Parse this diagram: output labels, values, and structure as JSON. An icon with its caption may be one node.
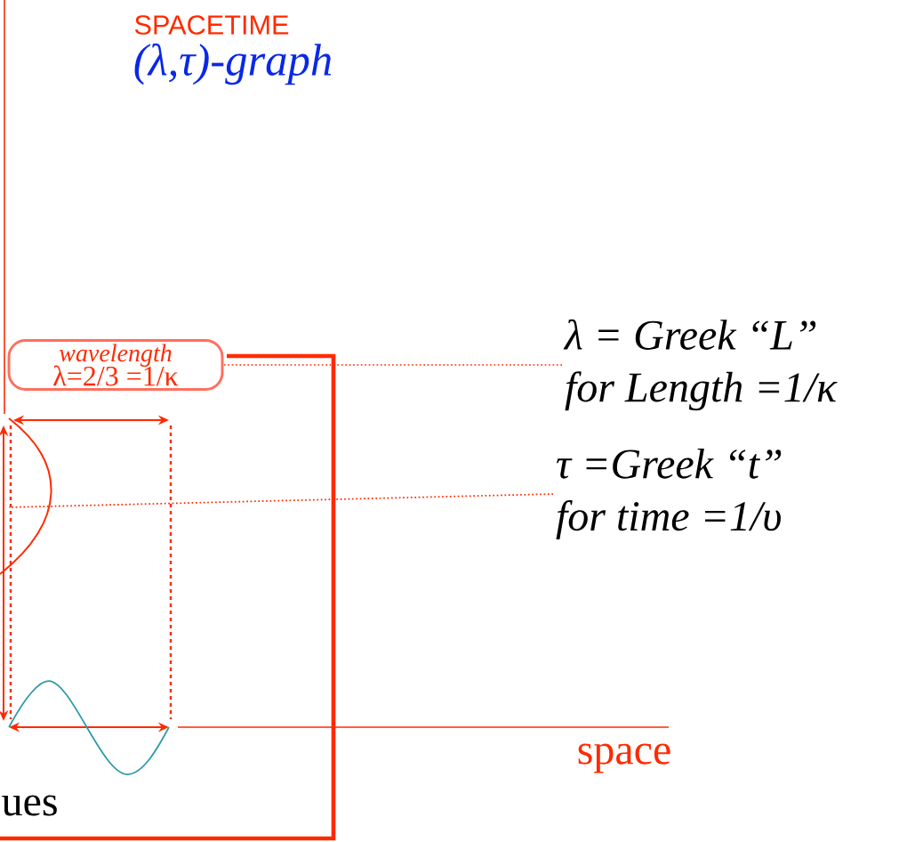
{
  "diagram": {
    "nodes": [
      {
        "text": [
          "wavelength",
          "λ=2/3 =1/κ"
        ]
      },
      {
        "text": [
          "λ = Greek “L”",
          "for Length =1/κ"
        ]
      },
      {
        "text": [
          "τ =Greek “t”",
          "for time =1/υ"
        ]
      }
    ],
    "edges": [
      {
        "from": 1,
        "to": 0,
        "arrow": "none",
        "style": "dashed"
      },
      {
        "from": 2,
        "to": null,
        "arrow": "none",
        "style": "dashed"
      }
    ],
    "labels": [
      "SPACETIME",
      "(λ,τ)-graph",
      "space",
      "ues"
    ]
  }
}
